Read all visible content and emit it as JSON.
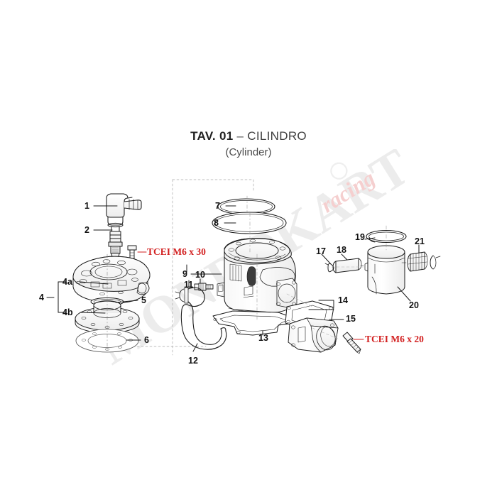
{
  "document": {
    "title_prefix": "TAV. 01",
    "title_dash": "–",
    "title_main": "CILINDRO",
    "title_translation": "(Cylinder)"
  },
  "watermark": {
    "text_primary": "MONDOKART",
    "text_secondary": "racing",
    "color_primary": "#e8e8e8",
    "color_secondary": "#f3cccc"
  },
  "colors": {
    "line": "#1a1a1a",
    "label": "#111111",
    "note_red": "#d21f1f",
    "background": "#ffffff",
    "dashed_box": "#9a9a9a",
    "shade": "#f2f2f2"
  },
  "callouts": [
    {
      "id": "1",
      "label": "1",
      "part": "spark-plug-cap"
    },
    {
      "id": "2",
      "label": "2",
      "part": "spark-plug"
    },
    {
      "id": "4",
      "label": "4",
      "part": "cylinder-head-assembly"
    },
    {
      "id": "4a",
      "label": "4a",
      "part": "cylinder-head-upper"
    },
    {
      "id": "4b",
      "label": "4b",
      "part": "cylinder-head-insert"
    },
    {
      "id": "5",
      "label": "5",
      "part": "head-o-ring"
    },
    {
      "id": "6",
      "label": "6",
      "part": "head-gasket"
    },
    {
      "id": "7",
      "label": "7",
      "part": "cylinder-o-ring-small"
    },
    {
      "id": "8",
      "label": "8",
      "part": "cylinder-o-ring-large"
    },
    {
      "id": "9",
      "label": "9",
      "part": "cylinder-body"
    },
    {
      "id": "10",
      "label": "10",
      "part": "water-fitting"
    },
    {
      "id": "11",
      "label": "11",
      "part": "hose-clamp"
    },
    {
      "id": "12",
      "label": "12",
      "part": "water-hose"
    },
    {
      "id": "13",
      "label": "13",
      "part": "cylinder-base-gasket"
    },
    {
      "id": "14",
      "label": "14",
      "part": "intake-gasket"
    },
    {
      "id": "15",
      "label": "15",
      "part": "intake-manifold"
    },
    {
      "id": "17",
      "label": "17",
      "part": "piston-pin-circlip"
    },
    {
      "id": "18",
      "label": "18",
      "part": "piston-pin"
    },
    {
      "id": "19",
      "label": "19",
      "part": "piston-ring"
    },
    {
      "id": "20",
      "label": "20",
      "part": "piston"
    },
    {
      "id": "21",
      "label": "21",
      "part": "needle-bearing"
    }
  ],
  "notes": [
    {
      "id": "note-head-bolt",
      "text": "TCEI M6 x 30",
      "part": "head-screw-spec"
    },
    {
      "id": "note-intake-bolt",
      "text": "TCEI M6 x 20",
      "part": "intake-screw-spec"
    }
  ]
}
